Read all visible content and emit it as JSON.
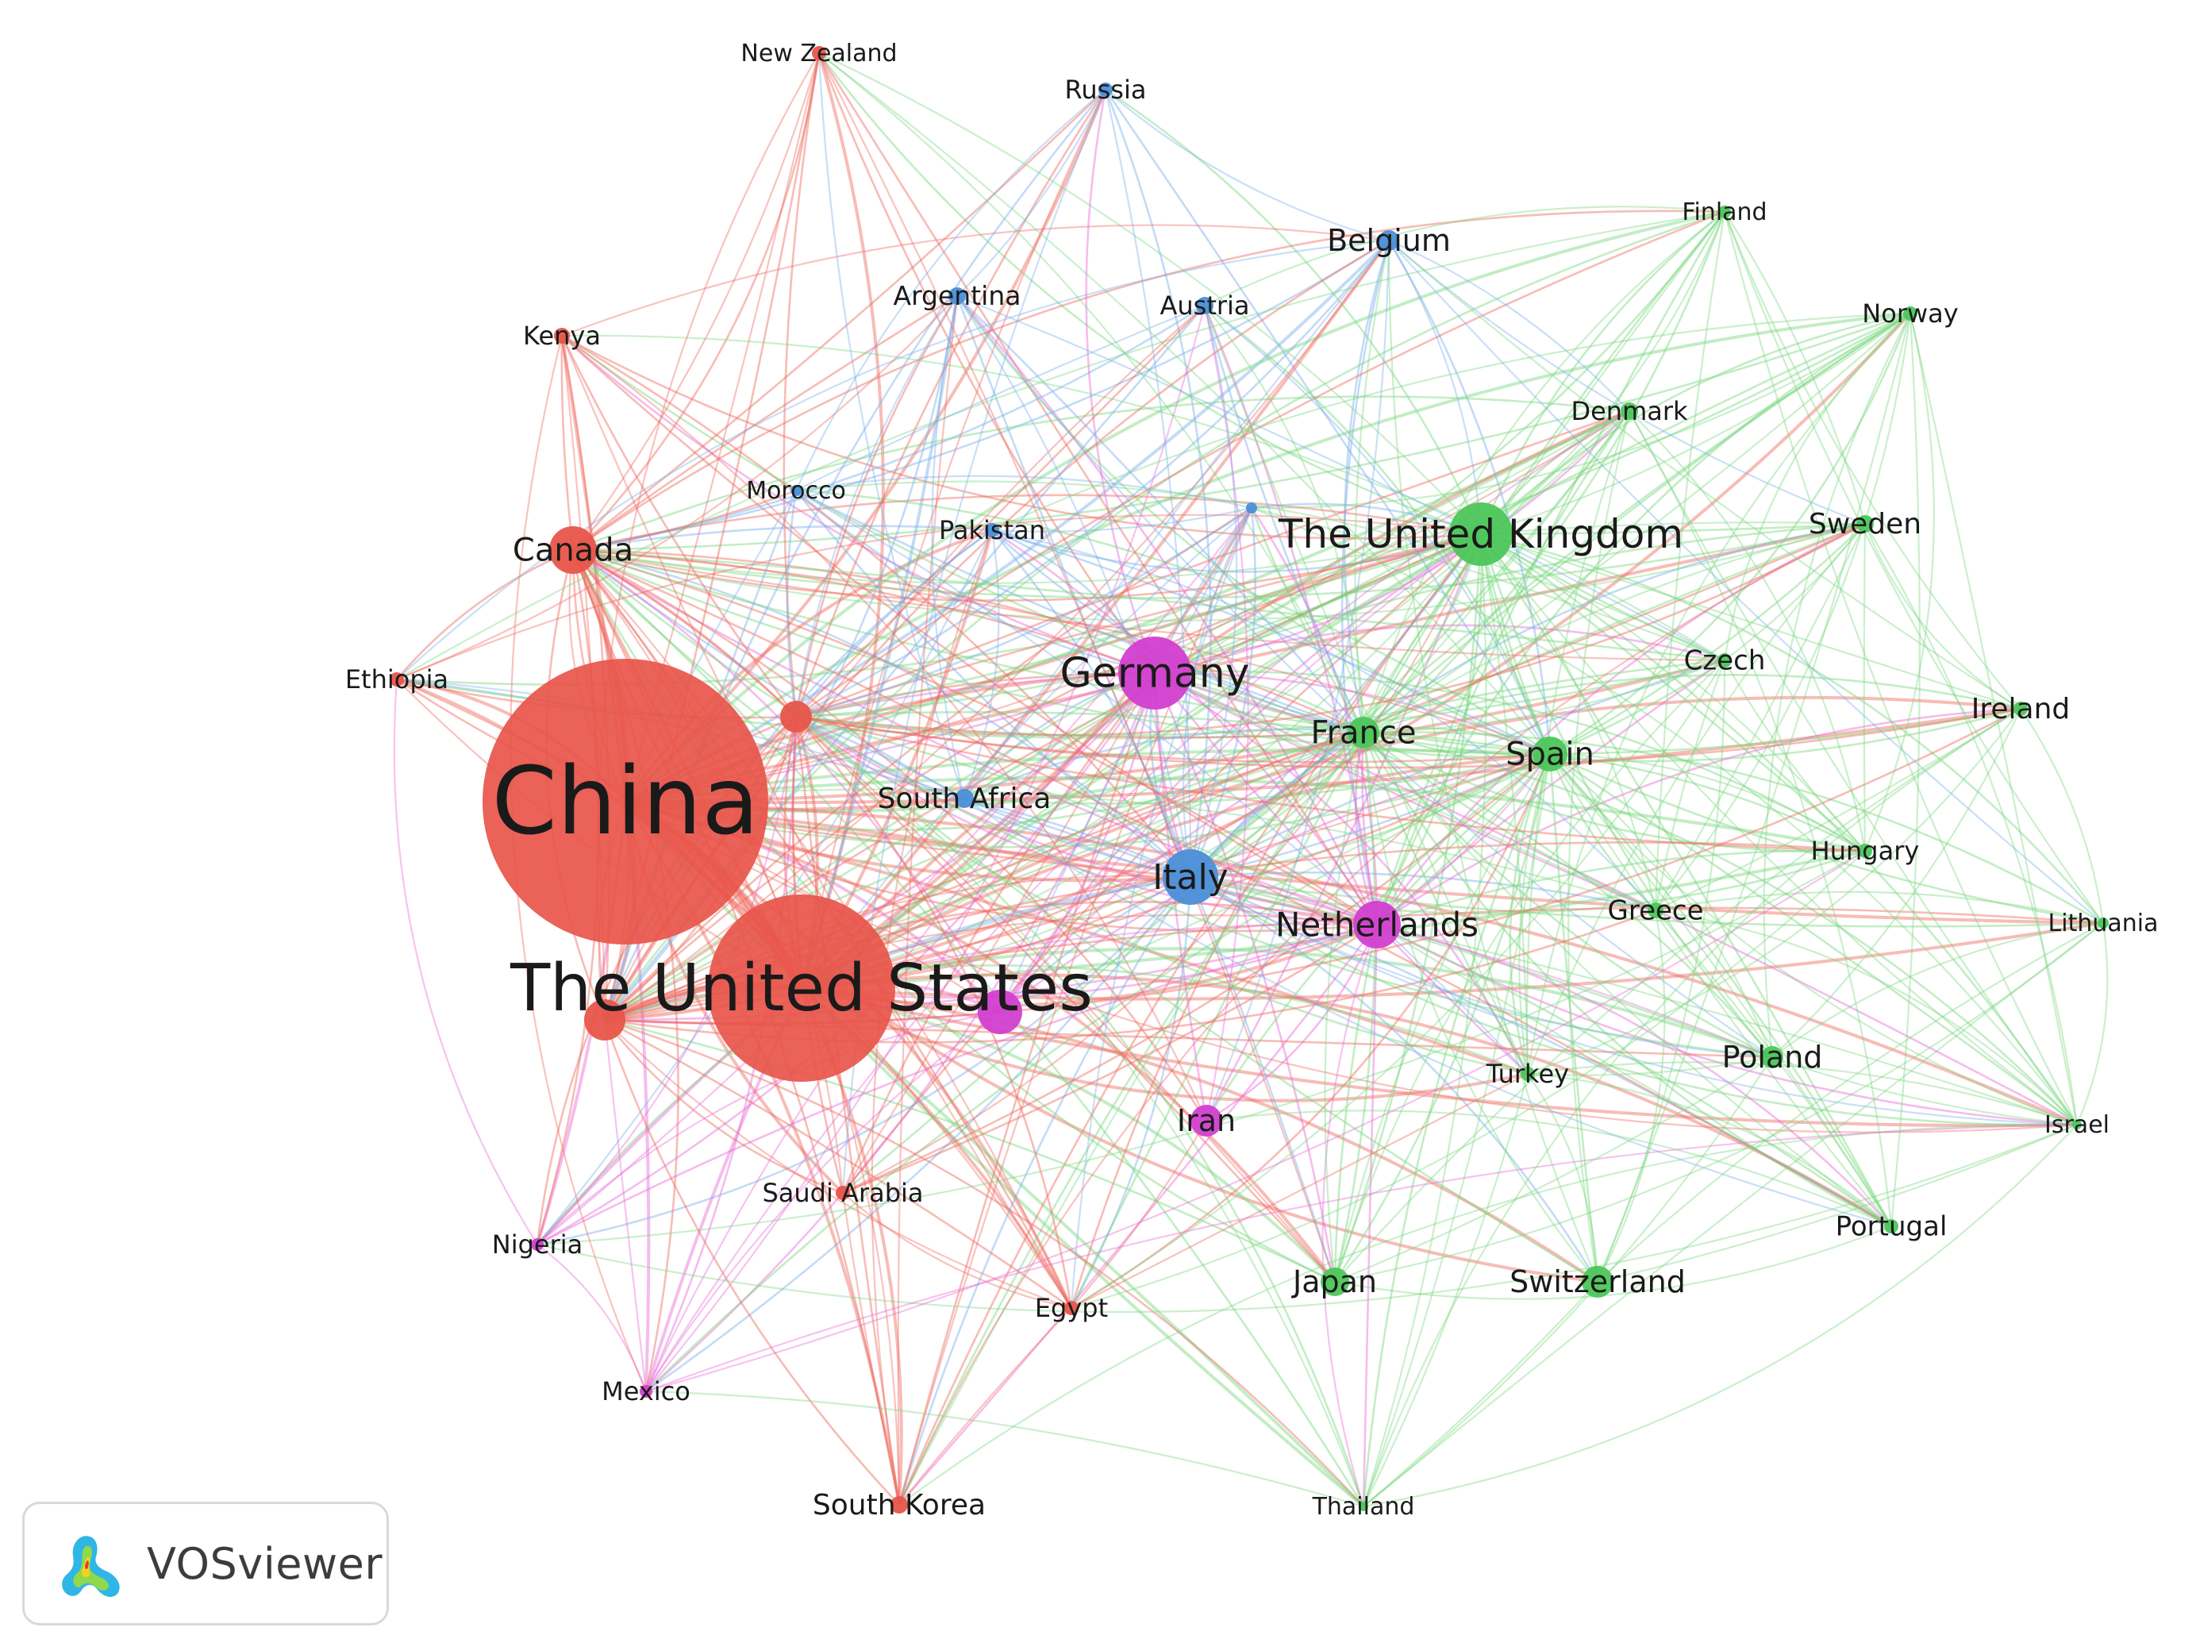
{
  "palette": {
    "red": "#e8554a",
    "green": "#4cc65a",
    "blue": "#4b8fd8",
    "magenta": "#d23fd0",
    "edge_red": "#ee6a5e",
    "edge_green": "#7ad77f",
    "edge_blue": "#79b0ea",
    "edge_magenta": "#e86ad8"
  },
  "nodes": [
    {
      "id": "china",
      "label": "China",
      "cluster": "red",
      "weight": 100
    },
    {
      "id": "usa",
      "label": "The United States",
      "cluster": "red",
      "weight": 56
    },
    {
      "id": "canada",
      "label": "Canada",
      "cluster": "red",
      "weight": 7
    },
    {
      "id": "kenya",
      "label": "Kenya",
      "cluster": "red",
      "weight": 2
    },
    {
      "id": "newzealand",
      "label": "New Zealand",
      "cluster": "red",
      "weight": 2
    },
    {
      "id": "ethiopia",
      "label": "Ethiopia",
      "cluster": "red",
      "weight": 2
    },
    {
      "id": "australia",
      "label": "",
      "cluster": "red",
      "weight": 5
    },
    {
      "id": "india",
      "label": "",
      "cluster": "red",
      "weight": 6
    },
    {
      "id": "saudiarabia",
      "label": "Saudi Arabia",
      "cluster": "red",
      "weight": 2
    },
    {
      "id": "egypt",
      "label": "Egypt",
      "cluster": "red",
      "weight": 2
    },
    {
      "id": "southkorea",
      "label": "South Korea",
      "cluster": "red",
      "weight": 3
    },
    {
      "id": "russia",
      "label": "Russia",
      "cluster": "blue",
      "weight": 2
    },
    {
      "id": "belgium",
      "label": "Belgium",
      "cluster": "blue",
      "weight": 3
    },
    {
      "id": "argentina",
      "label": "Argentina",
      "cluster": "blue",
      "weight": 2
    },
    {
      "id": "austria",
      "label": "Austria",
      "cluster": "blue",
      "weight": 2
    },
    {
      "id": "morocco",
      "label": "Morocco",
      "cluster": "blue",
      "weight": 1
    },
    {
      "id": "pakistan",
      "label": "Pakistan",
      "cluster": "blue",
      "weight": 2
    },
    {
      "id": "southafrica",
      "label": "South Africa",
      "cluster": "blue",
      "weight": 3
    },
    {
      "id": "italy",
      "label": "Italy",
      "cluster": "blue",
      "weight": 10
    },
    {
      "id": "bluesmall",
      "label": "",
      "cluster": "blue",
      "weight": 1
    },
    {
      "id": "germany",
      "label": "Germany",
      "cluster": "magenta",
      "weight": 13
    },
    {
      "id": "netherlands",
      "label": "Netherlands",
      "cluster": "magenta",
      "weight": 8
    },
    {
      "id": "iran",
      "label": "Iran",
      "cluster": "magenta",
      "weight": 4
    },
    {
      "id": "nigeria",
      "label": "Nigeria",
      "cluster": "magenta",
      "weight": 2
    },
    {
      "id": "mexico",
      "label": "Mexico",
      "cluster": "magenta",
      "weight": 2
    },
    {
      "id": "magentasmall",
      "label": "",
      "cluster": "magenta",
      "weight": 5
    },
    {
      "id": "uk",
      "label": "The United Kingdom",
      "cluster": "green",
      "weight": 14
    },
    {
      "id": "finland",
      "label": "Finland",
      "cluster": "green",
      "weight": 2
    },
    {
      "id": "norway",
      "label": "Norway",
      "cluster": "green",
      "weight": 2
    },
    {
      "id": "denmark",
      "label": "Denmark",
      "cluster": "green",
      "weight": 3
    },
    {
      "id": "sweden",
      "label": "Sweden",
      "cluster": "green",
      "weight": 3
    },
    {
      "id": "czech",
      "label": "Czech",
      "cluster": "green",
      "weight": 2
    },
    {
      "id": "ireland",
      "label": "Ireland",
      "cluster": "green",
      "weight": 2
    },
    {
      "id": "france",
      "label": "France",
      "cluster": "green",
      "weight": 5
    },
    {
      "id": "spain",
      "label": "Spain",
      "cluster": "green",
      "weight": 6
    },
    {
      "id": "hungary",
      "label": "Hungary",
      "cluster": "green",
      "weight": 2
    },
    {
      "id": "lithuania",
      "label": "Lithuania",
      "cluster": "green",
      "weight": 1
    },
    {
      "id": "greece",
      "label": "Greece",
      "cluster": "green",
      "weight": 2
    },
    {
      "id": "turkey",
      "label": "Turkey",
      "cluster": "green",
      "weight": 2
    },
    {
      "id": "poland",
      "label": "Poland",
      "cluster": "green",
      "weight": 4
    },
    {
      "id": "israel",
      "label": "Israel",
      "cluster": "green",
      "weight": 1
    },
    {
      "id": "portugal",
      "label": "Portugal",
      "cluster": "green",
      "weight": 2
    },
    {
      "id": "japan",
      "label": "Japan",
      "cluster": "green",
      "weight": 4
    },
    {
      "id": "switzerland",
      "label": "Switzerland",
      "cluster": "green",
      "weight": 5
    },
    {
      "id": "thailand",
      "label": "Thailand",
      "cluster": "green",
      "weight": 1
    }
  ],
  "badge": {
    "text": "VOSviewer",
    "icon": "vosviewer-logo-icon"
  }
}
